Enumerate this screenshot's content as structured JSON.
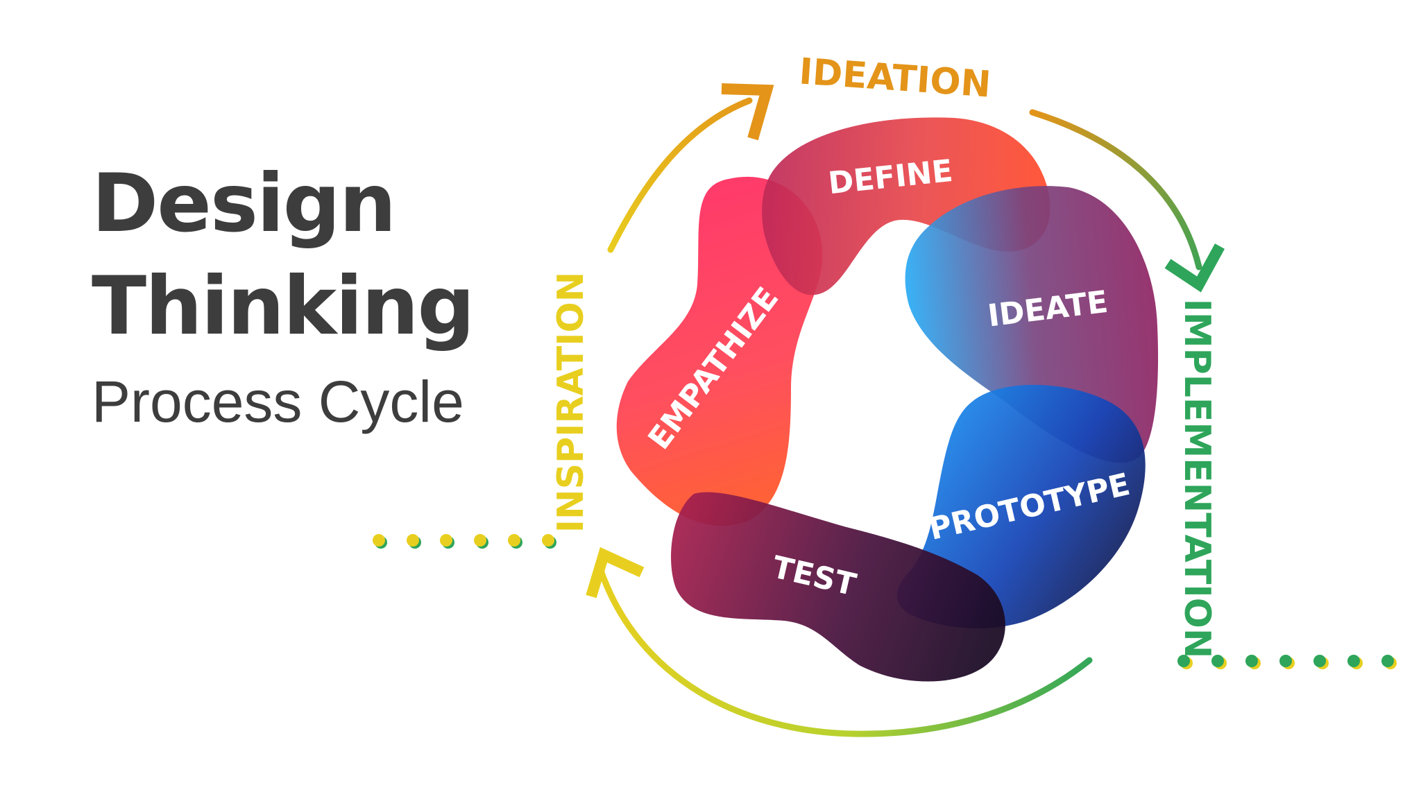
{
  "title": {
    "line1": "Design",
    "line2": "Thinking",
    "subtitle": "Process Cycle"
  },
  "stages": [
    {
      "id": "empathize",
      "label": "EMPATHIZE"
    },
    {
      "id": "define",
      "label": "DEFINE"
    },
    {
      "id": "ideate",
      "label": "IDEATE"
    },
    {
      "id": "prototype",
      "label": "PROTOTYPE"
    },
    {
      "id": "test",
      "label": "TEST"
    }
  ],
  "phases": [
    {
      "id": "ideation",
      "label": "IDEATION",
      "color": "#e39419"
    },
    {
      "id": "implementation",
      "label": "IMPLEMENTATION",
      "color": "#2ea55a"
    },
    {
      "id": "inspiration",
      "label": "INSPIRATION",
      "color": "#e8cf1f"
    }
  ],
  "colors": {
    "title": "#3d3d3d",
    "arc_yellow": "#e8cf1f",
    "arc_orange": "#e39419",
    "arc_green": "#2ea55a",
    "dot_yellow": "#e8cf1f",
    "dot_green": "#2ea55a"
  }
}
